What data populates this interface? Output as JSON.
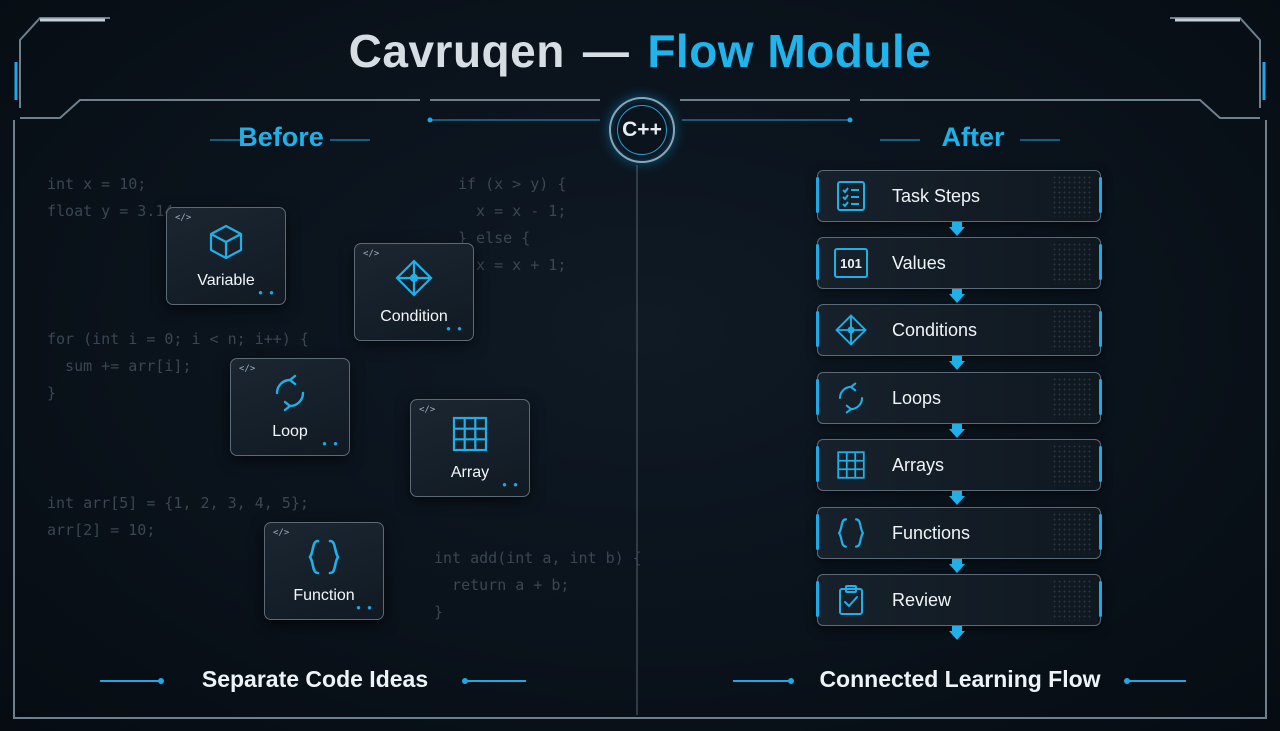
{
  "title": {
    "part1": "Cavruqen",
    "separator": "—",
    "part2": "Flow Module"
  },
  "badge": "C++",
  "before": {
    "heading": "Before",
    "code_blocks": [
      "int x = 10;\nfloat y = 3.14;",
      "if (x > y) {\n  x = x - 1;\n} else {\n  x = x + 1;\n}",
      "for (int i = 0; i < n; i++) {\n  sum += arr[i];\n}",
      "int arr[5] = {1, 2, 3, 4, 5};\narr[2] = 10;",
      "int add(int a, int b) {\n  return a + b;\n}"
    ],
    "card_tag": "</>",
    "card_dots": "● ●",
    "cards": [
      {
        "label": "Variable",
        "icon": "cube-icon"
      },
      {
        "label": "Condition",
        "icon": "diamond-icon"
      },
      {
        "label": "Loop",
        "icon": "cycle-icon"
      },
      {
        "label": "Array",
        "icon": "grid-icon"
      },
      {
        "label": "Function",
        "icon": "braces-icon"
      }
    ],
    "footer": "Separate Code Ideas"
  },
  "after": {
    "heading": "After",
    "steps": [
      {
        "label": "Task Steps",
        "icon": "checklist-icon"
      },
      {
        "label": "Values",
        "icon": "binary-101-icon",
        "icon_text": "101"
      },
      {
        "label": "Conditions",
        "icon": "diamond-icon"
      },
      {
        "label": "Loops",
        "icon": "cycle-icon"
      },
      {
        "label": "Arrays",
        "icon": "grid-icon"
      },
      {
        "label": "Functions",
        "icon": "braces-icon"
      },
      {
        "label": "Review",
        "icon": "clipboard-check-icon"
      }
    ],
    "footer": "Connected Learning Flow"
  },
  "colors": {
    "accent": "#1fb0e8",
    "background": "#0a121b",
    "frame": "#8a98a4"
  }
}
